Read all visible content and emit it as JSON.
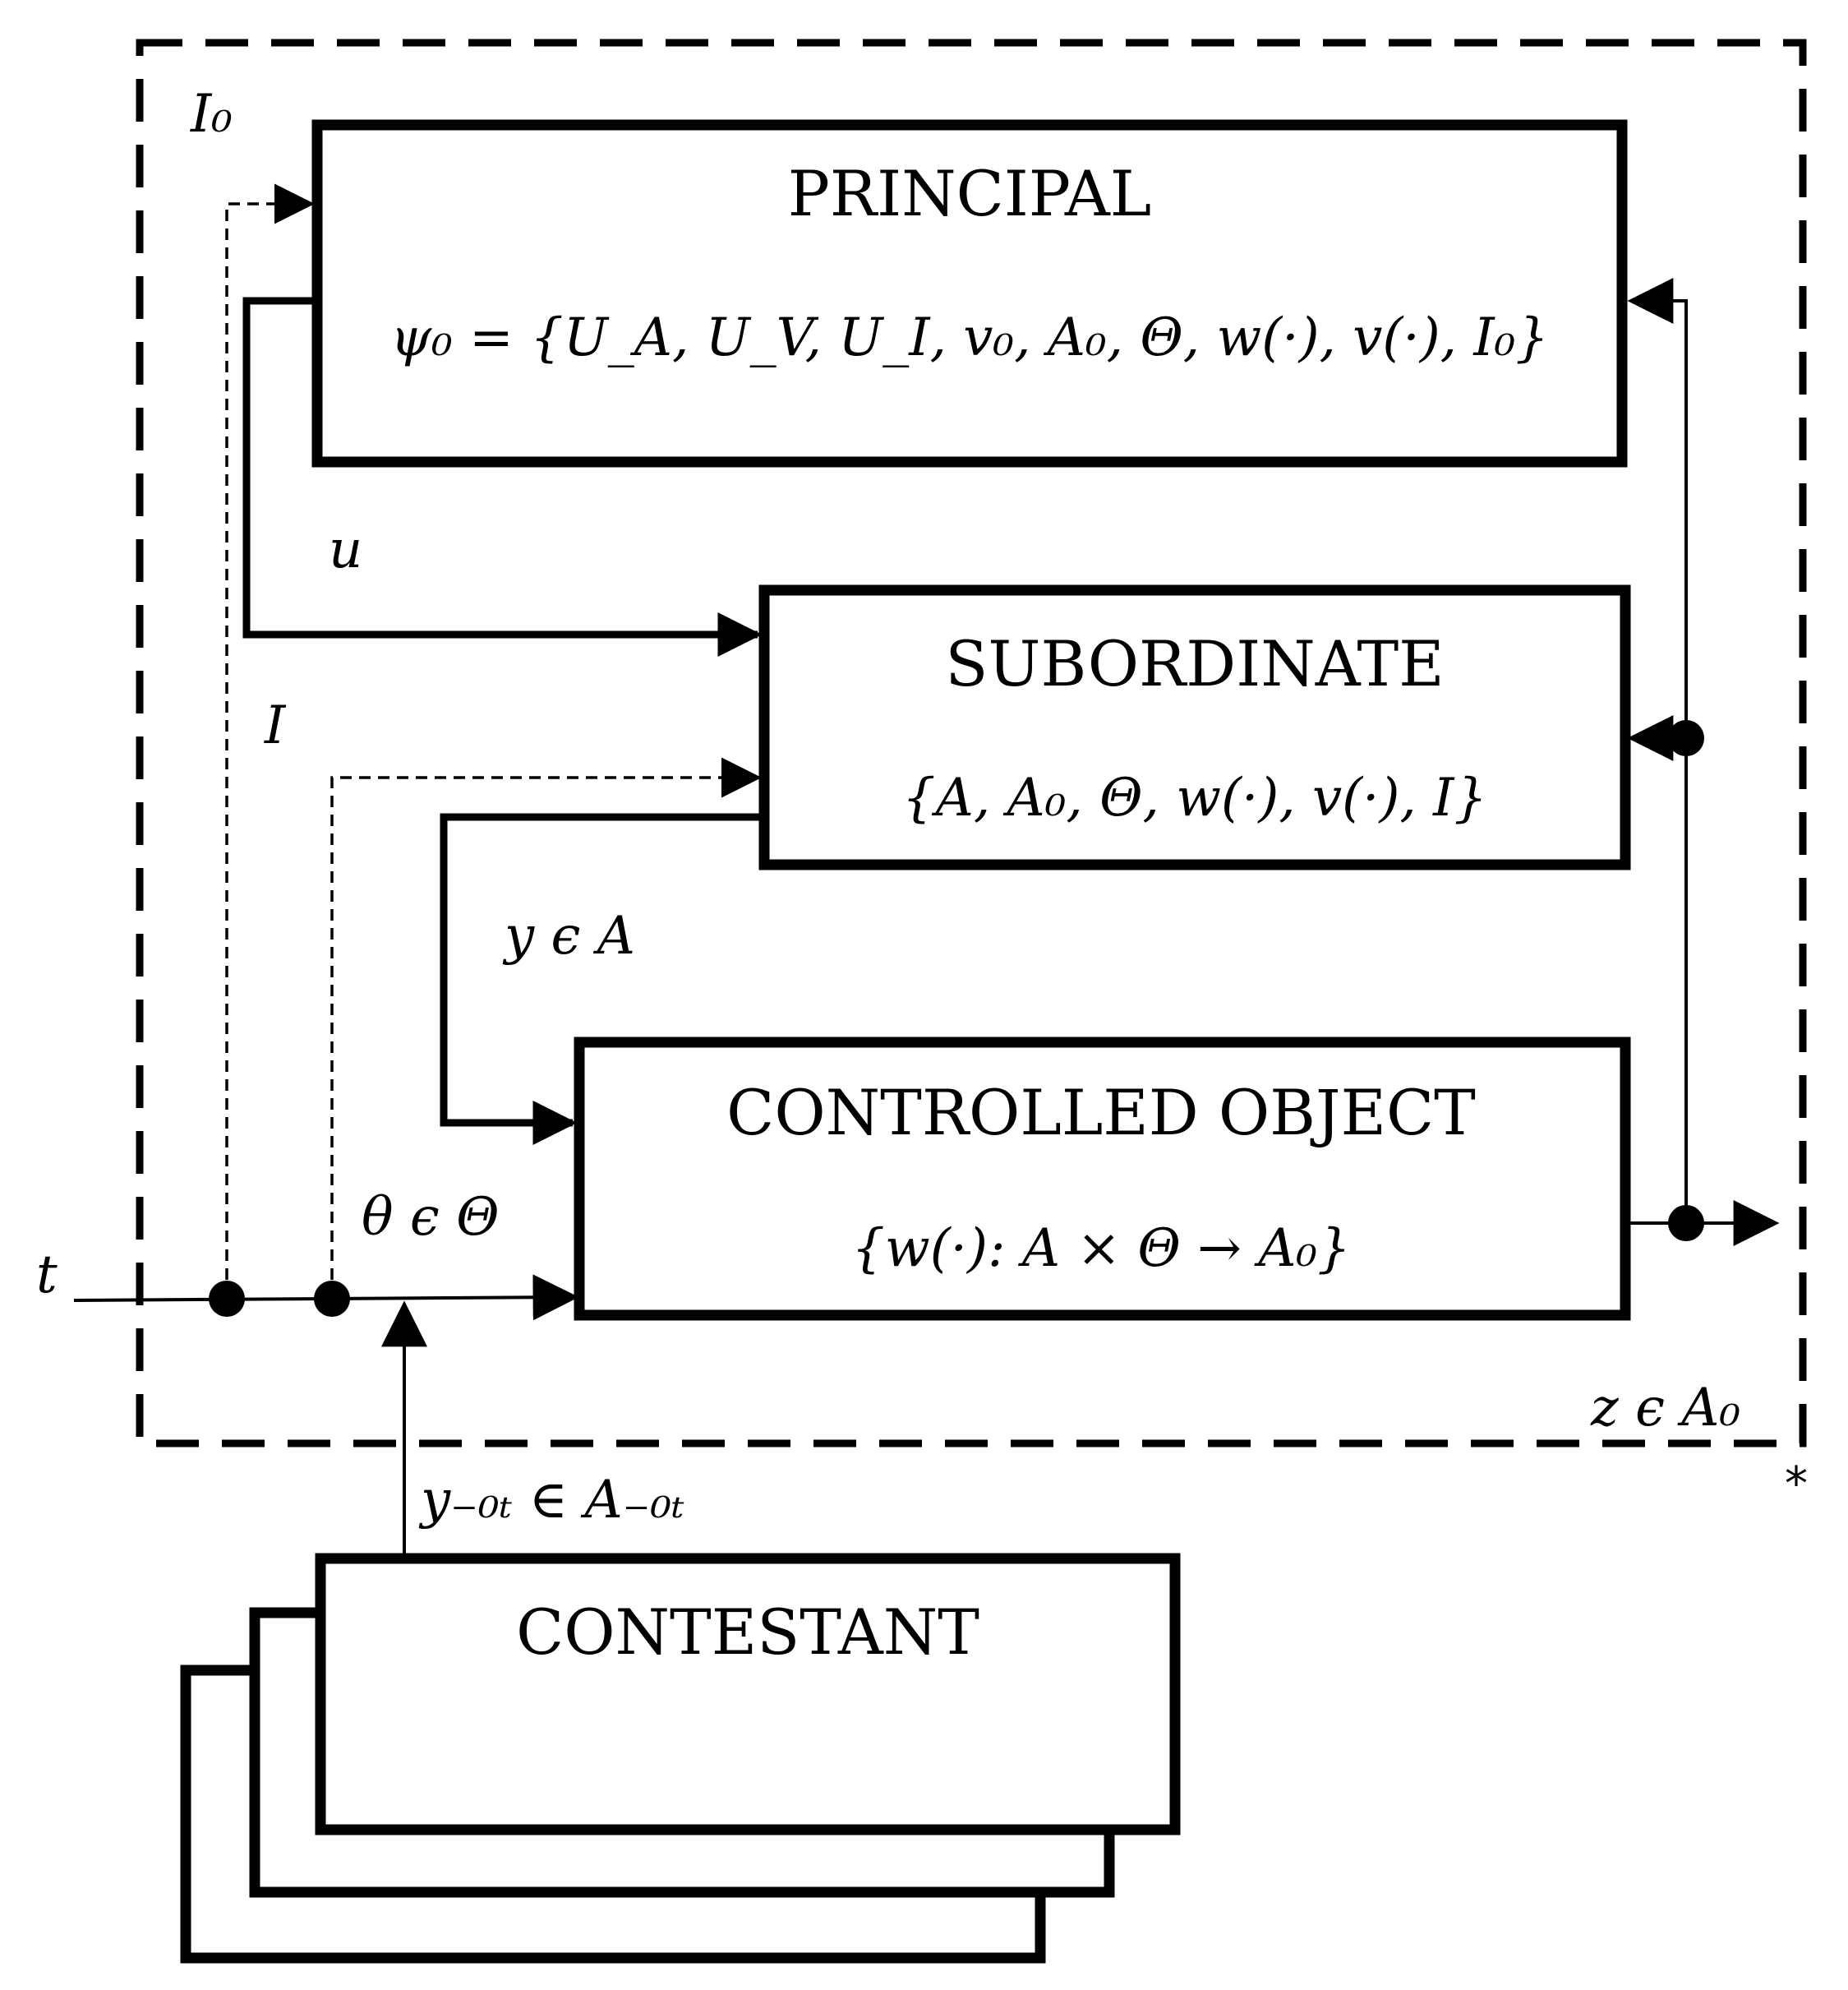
{
  "blocks": {
    "principal": {
      "title": "PRINCIPAL",
      "formula": "ψ₀ = {U_A, U_V, U_I, v₀, A₀, Θ, w(·), v(·), I₀}"
    },
    "subordinate": {
      "title": "SUBORDINATE",
      "formula": "{A, A₀, Θ, w(·), v(·), I}"
    },
    "controlled_object": {
      "title": "CONTROLLED OBJECT",
      "formula": "{w(·): A × Θ → A₀}"
    },
    "contestant": {
      "title": "CONTESTANT"
    }
  },
  "labels": {
    "I0": "I₀",
    "u": "u",
    "I": "I",
    "y_in_A": "y ϵ A",
    "theta_in_Theta": "θ ϵ Θ",
    "t": "t",
    "z_in_A0": "z ϵ A₀",
    "y_minus0t": "y₋₀ₜ ∈ A₋₀ₜ",
    "star": "*"
  }
}
